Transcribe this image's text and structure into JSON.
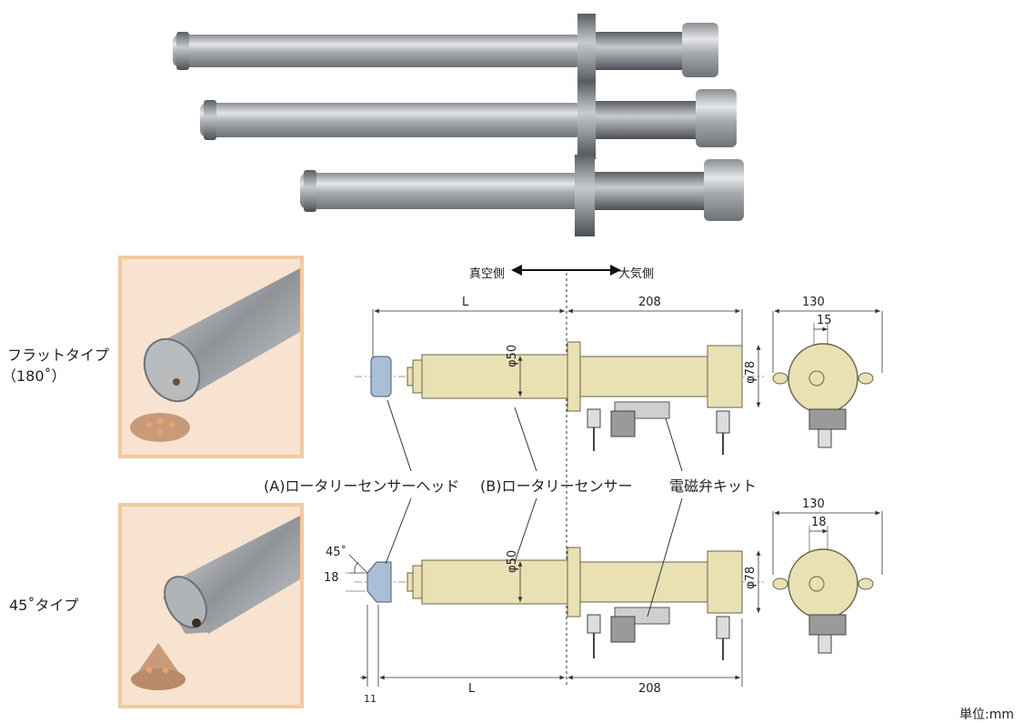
{
  "types": {
    "flat": {
      "name": "フラットタイプ",
      "angle": "（180˚）"
    },
    "deg45": {
      "name": "45˚タイプ"
    }
  },
  "direction": {
    "left": "真空側",
    "right": "大気側"
  },
  "dims": {
    "L": "L",
    "atm_len": "208",
    "width": "130",
    "offset_top": "15",
    "offset_bottom": "18",
    "dia_tube": "φ50",
    "dia_head": "φ78",
    "angle": "45˚",
    "head_len": "18",
    "tip_len": "11"
  },
  "callouts": {
    "head": "(A)ロータリーセンサーヘッド",
    "sensor": "(B)ロータリーセンサー",
    "valve": "電磁弁キット"
  },
  "unit": "単位:mm",
  "colors": {
    "tube": "#e9e0b4",
    "tube_stroke": "#6b6544",
    "head": "#a9bfd6",
    "frame": "#f3c9a0",
    "frame_bg": "#f7e3cf",
    "metal": "#c9ccd0"
  }
}
